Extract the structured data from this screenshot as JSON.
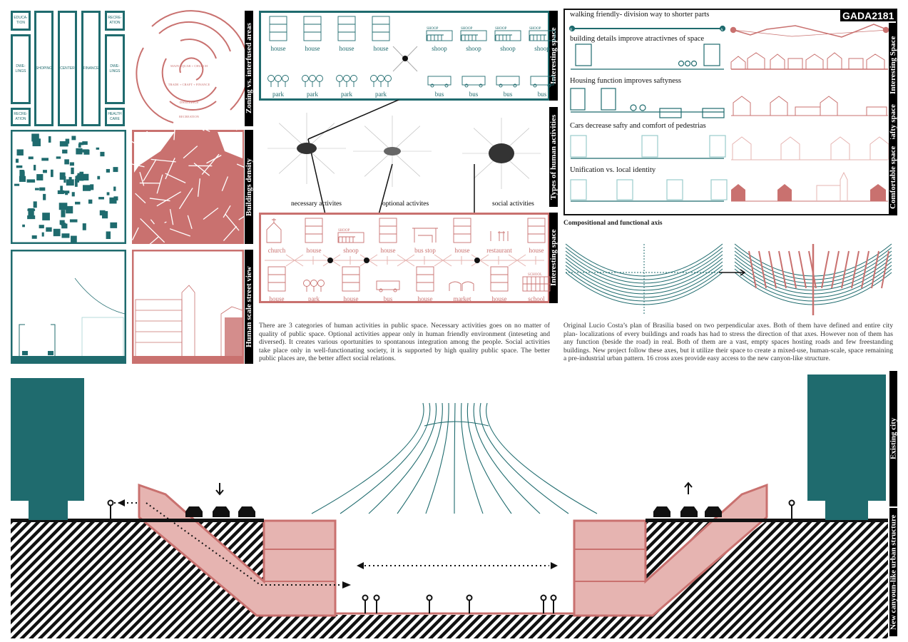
{
  "colors": {
    "teal": "#1f6b6e",
    "pink": "#c9716f",
    "pink_fill": "#e6b4b1",
    "black": "#000000"
  },
  "logo": "GADA2181",
  "left": {
    "zoning_boxes": [
      "EDUCA-TION",
      "DWE-LINGS",
      "RECRE-ATION",
      "SHOPING",
      "CENTER",
      "FINANCE",
      "RECRE-ATION",
      "DWE-LINGS",
      "HEALTH CARE"
    ],
    "rings": [
      "MAIN SQUAR + CHURCH",
      "TRADE + CRAFT + FINANCE",
      "DWELLINGS",
      "RECREATION"
    ],
    "labels": [
      "Zoning vs. interfused areas",
      "Buildings density",
      "Human scale street view"
    ]
  },
  "middle": {
    "top_box": {
      "row1": [
        "house",
        "house",
        "house",
        "house",
        "shoop",
        "shoop",
        "shoop",
        "shoop"
      ],
      "row2": [
        "park",
        "park",
        "park",
        "park",
        "bus",
        "bus",
        "bus",
        "bus"
      ],
      "sign": "SHOOP",
      "label": "Interesting space"
    },
    "activities": {
      "items": [
        "necessary activites",
        "optional activites",
        "social activities"
      ],
      "label": "Types of human activities"
    },
    "bottom_box": {
      "row1": [
        "church",
        "house",
        "shoop",
        "house",
        "bus stop",
        "house",
        "restaurant",
        "house"
      ],
      "row2": [
        "house",
        "park",
        "house",
        "bus",
        "house",
        "market",
        "house",
        "school"
      ],
      "sign_shop": "SHOOP",
      "sign_school": "SCHOOL",
      "label": "Interesting space"
    },
    "paragraph": "There are 3 categories of human activities in public space. Necessary activities goes on  no matter of quality of public space. Optional activities appear only in human friendly environment (inteseting and diversed). It creates various oportunities to spontanous integration among the people. Social activities take place only in well-functionating society, it is supported by high quality public space. The better public places are, the better affect social relations."
  },
  "right": {
    "rows": [
      "walking friendly- division way to shorter parts",
      "building details improve atractivnes of space",
      "Housing function improves saftyness",
      "Cars decrease safty and comfort of pedestrias",
      "Unification vs. local identity"
    ],
    "point_labels": [
      "B",
      "A"
    ],
    "side_labels": [
      "Interesting Space",
      "Safty space",
      "Comfortable space"
    ],
    "axis_title": "Compositional and functional axis",
    "paragraph": "Original Lucio Costa’s plan of Brasilia based on two perpendicular axes. Both of them have defined and entire city plan- localizations of every buildings and roads has had to stress the direction of that axes. However non of them has any function (beside the road) in real. Both of them are a vast, empty spaces hosting roads and few freestanding buildings. New project follow these axes, but it utilize their space to create a mixed-use, human-scale, space remaining a pre-industrial urban pattern. 16 cross axes provide easy access to the new canyon-like structure."
  },
  "section": {
    "labels": [
      "Existing city",
      "New canyoun-like urban structure"
    ]
  }
}
